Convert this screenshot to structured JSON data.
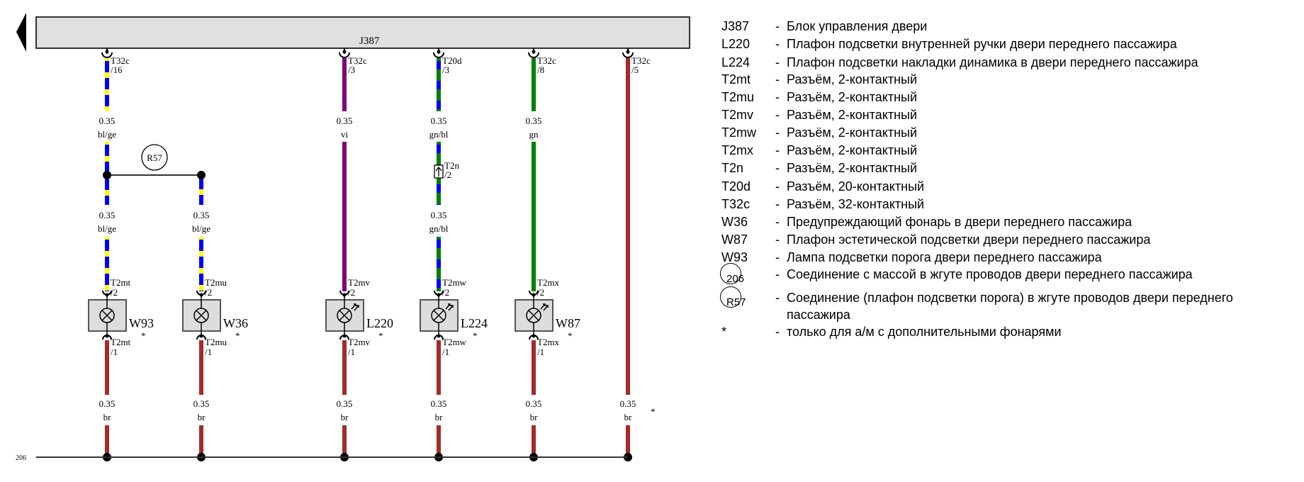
{
  "module": {
    "title": "J387"
  },
  "colors": {
    "blue": "#0000ff",
    "yellow": "#ffff00",
    "violet": "#800080",
    "green": "#008000",
    "brown": "#a52a2a",
    "module_fill": "#e0e0e0"
  },
  "wires": [
    {
      "top_conn": "T32c",
      "top_pin": "/16",
      "gauge1": "0.35",
      "color1": "bl/ge",
      "gauge2": "0.35",
      "color2": "bl/ge",
      "comp_conn": "T2mt",
      "comp_pin_top": "/2",
      "comp_pin_bot": "/1",
      "component": "W93",
      "star": "*",
      "gauge3": "0.35",
      "color3": "br"
    },
    {
      "gauge2": "0.35",
      "color2": "bl/ge",
      "comp_conn": "T2mu",
      "comp_pin_top": "/2",
      "comp_pin_bot": "/1",
      "component": "W36",
      "star": "*",
      "gauge3": "0.35",
      "color3": "br"
    },
    {
      "top_conn": "T32c",
      "top_pin": "/3",
      "gauge1": "0.35",
      "color1": "vi",
      "comp_conn": "T2mv",
      "comp_pin_top": "/2",
      "comp_pin_bot": "/1",
      "component": "L220",
      "star": "*",
      "gauge3": "0.35",
      "color3": "br"
    },
    {
      "top_conn": "T20d",
      "top_pin": "/3",
      "gauge1": "0.35",
      "color1": "gn/bl",
      "inline_conn": "T2n",
      "inline_pin": "/2",
      "gauge2": "0.35",
      "color2": "gn/bl",
      "comp_conn": "T2mw",
      "comp_pin_top": "/2",
      "comp_pin_bot": "/1",
      "component": "L224",
      "star": "*",
      "gauge3": "0.35",
      "color3": "br"
    },
    {
      "top_conn": "T32c",
      "top_pin": "/8",
      "gauge1": "0.35",
      "color1": "gn",
      "comp_conn": "T2mx",
      "comp_pin_top": "/2",
      "comp_pin_bot": "/1",
      "component": "W87",
      "star": "*",
      "gauge3": "0.35",
      "color3": "br"
    },
    {
      "top_conn": "T32c",
      "top_pin": "/5",
      "gauge3": "0.35",
      "color3": "br",
      "star": "*"
    }
  ],
  "splice": {
    "label": "R57"
  },
  "ground": {
    "label": "206"
  },
  "legend": [
    {
      "code": "J387",
      "desc": "Блок управления двери"
    },
    {
      "code": "L220",
      "desc": "Плафон подсветки внутренней ручки двери переднего пассажира"
    },
    {
      "code": "L224",
      "desc": "Плафон подсветки накладки динамика в двери переднего пассажира"
    },
    {
      "code": "T2mt",
      "desc": "Разъём, 2-контактный"
    },
    {
      "code": "T2mu",
      "desc": "Разъём, 2-контактный"
    },
    {
      "code": "T2mv",
      "desc": "Разъём, 2-контактный"
    },
    {
      "code": "T2mw",
      "desc": "Разъём, 2-контактный"
    },
    {
      "code": "T2mx",
      "desc": "Разъём, 2-контактный"
    },
    {
      "code": "T2n",
      "desc": "Разъём, 2-контактный"
    },
    {
      "code": "T20d",
      "desc": "Разъём, 20-контактный"
    },
    {
      "code": "T32c",
      "desc": "Разъём, 32-контактный"
    },
    {
      "code": "W36",
      "desc": "Предупреждающий фонарь в двери переднего пассажира"
    },
    {
      "code": "W87",
      "desc": "Плафон эстетической подсветки двери переднего пассажира"
    },
    {
      "code": "W93",
      "desc": "Лампа подсветки порога двери переднего пассажира"
    },
    {
      "code": "206",
      "desc": "Соединение с массой в жгуте проводов двери переднего пассажира"
    },
    {
      "code": "R57",
      "desc": "Соединение (плафон подсветки порога) в жгуте проводов двери переднего пассажира"
    },
    {
      "code": "*",
      "desc": "только для а/м с дополнительными фонарями"
    }
  ],
  "legend_dash": "-"
}
